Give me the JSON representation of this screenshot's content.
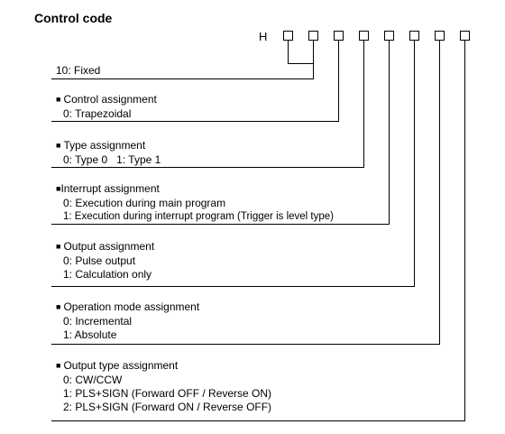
{
  "title": "Control code",
  "code": {
    "prefix": "H",
    "digit_count": 8
  },
  "bullet_glyph": "■",
  "fixed_line": "10: Fixed",
  "sections": [
    {
      "heading": "Control assignment",
      "options": [
        "0: Trapezoidal"
      ]
    },
    {
      "heading": "Type assignment",
      "options": [
        "0: Type 0   1: Type 1"
      ]
    },
    {
      "heading": "Interrupt assignment",
      "options": [
        "0: Execution during main program",
        "1: Execution during interrupt program (Trigger is level type)"
      ]
    },
    {
      "heading": "Output assignment",
      "options": [
        "0: Pulse output",
        "1: Calculation only"
      ]
    },
    {
      "heading": "Operation mode assignment",
      "options": [
        "0: Incremental",
        "1: Absolute"
      ]
    },
    {
      "heading": "Output type assignment",
      "options": [
        "0: CW/CCW",
        "1: PLS+SIGN (Forward OFF / Reverse ON)",
        "2: PLS+SIGN (Forward ON / Reverse OFF)"
      ]
    }
  ]
}
